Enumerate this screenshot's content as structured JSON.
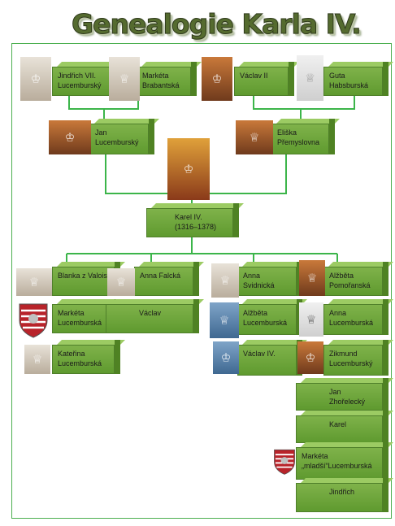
{
  "title": "Genealogie Karla IV.",
  "people": {
    "jindrich_vii": "Jindřich VII. Lucemburský",
    "marketa_brabantska": "Markéta Brabantská",
    "vaclav_ii": "Václav II",
    "guta": "Guta Habsburská",
    "jan": "Jan Lucemburský",
    "eliska": "Eliška Přemyslovna",
    "karel": "Karel IV. (1316–1378)",
    "blanka": "Blanka z Valois",
    "anna_falcka": "Anna Falcká",
    "anna_svidnicka": "Anna Svidnická",
    "alzbeta_pomoranska": "Alžběta Pomořanská",
    "marketa_lucemburska": "Markéta Lucemburská",
    "vaclav": "Václav",
    "alzbeta_lucemburska": "Alžběta Lucemburská",
    "anna_lucemburska": "Anna Lucemburská",
    "katerina": "Kateřina Lucemburská",
    "vaclav_iv": "Václav IV.",
    "zikmund": "Zikmund Lucemburský",
    "jan_zhorelecky": "Jan Zhořelecký",
    "karel_son": "Karel",
    "marketa_mladsi": "Markéta „mladší“Lucemburská",
    "jindrich": "Jindřich"
  },
  "colors": {
    "box": "#6ea63b",
    "line": "#3cb54a",
    "frame": "#4caf50"
  }
}
